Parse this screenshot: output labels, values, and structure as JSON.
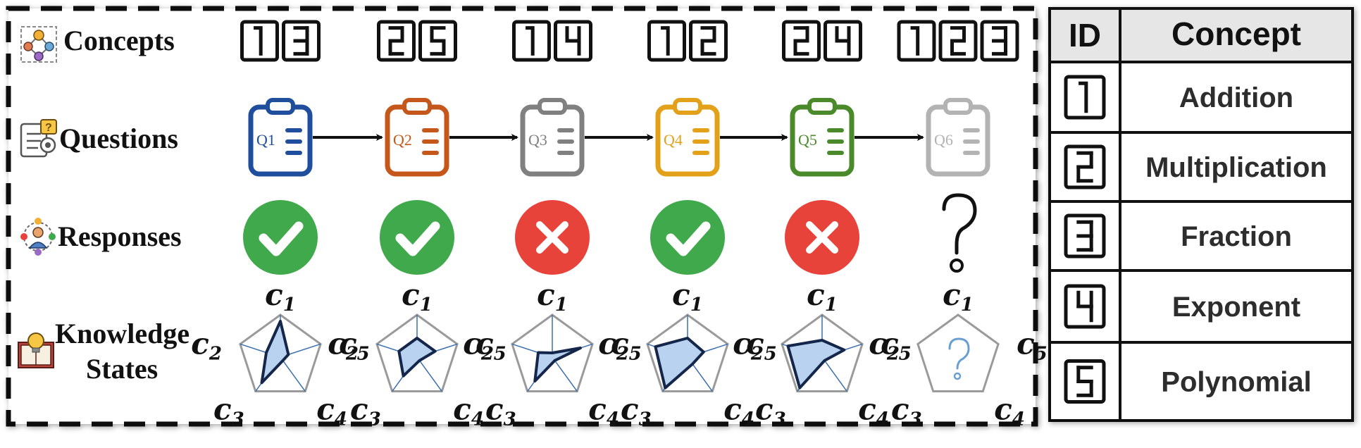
{
  "rows": {
    "concepts": "Concepts",
    "questions": "Questions",
    "responses": "Responses",
    "knowledge_line1": "Knowledge",
    "knowledge_line2": "States"
  },
  "sequence": [
    {
      "concepts": [
        1,
        3
      ],
      "question": "Q1",
      "color": "#1f4e9c",
      "response": "correct",
      "state": [
        0.85,
        0.35,
        0.75,
        0.1,
        0.2
      ]
    },
    {
      "concepts": [
        2,
        5
      ],
      "question": "Q2",
      "color": "#c5571a",
      "response": "correct",
      "state": [
        0.45,
        0.45,
        0.55,
        0.1,
        0.45
      ]
    },
    {
      "concepts": [
        1,
        4
      ],
      "question": "Q3",
      "color": "#808080",
      "response": "incorrect",
      "state": [
        0.1,
        0.35,
        0.7,
        0.1,
        0.7
      ]
    },
    {
      "concepts": [
        1,
        2
      ],
      "question": "Q4",
      "color": "#e3a019",
      "response": "correct",
      "state": [
        0.45,
        0.8,
        0.9,
        0.2,
        0.4
      ]
    },
    {
      "concepts": [
        2,
        4
      ],
      "question": "Q5",
      "color": "#4a8a2a",
      "response": "incorrect",
      "state": [
        0.4,
        0.85,
        0.9,
        0.1,
        0.55
      ]
    },
    {
      "concepts": [
        1,
        2,
        3
      ],
      "question": "Q6",
      "color": "#b3b3b3",
      "response": "unknown",
      "state": null
    }
  ],
  "axis_labels": [
    "c",
    "c",
    "c",
    "c",
    "c"
  ],
  "axis_subscripts": [
    "1",
    "2",
    "3",
    "4",
    "5"
  ],
  "response_colors": {
    "correct": "#3fa94b",
    "incorrect": "#e8433b"
  },
  "table": {
    "headers": [
      "ID",
      "Concept"
    ],
    "rows": [
      {
        "id": 1,
        "concept": "Addition"
      },
      {
        "id": 2,
        "concept": "Multiplication"
      },
      {
        "id": 3,
        "concept": "Fraction"
      },
      {
        "id": 4,
        "concept": "Exponent"
      },
      {
        "id": 5,
        "concept": "Polynomial"
      }
    ]
  }
}
